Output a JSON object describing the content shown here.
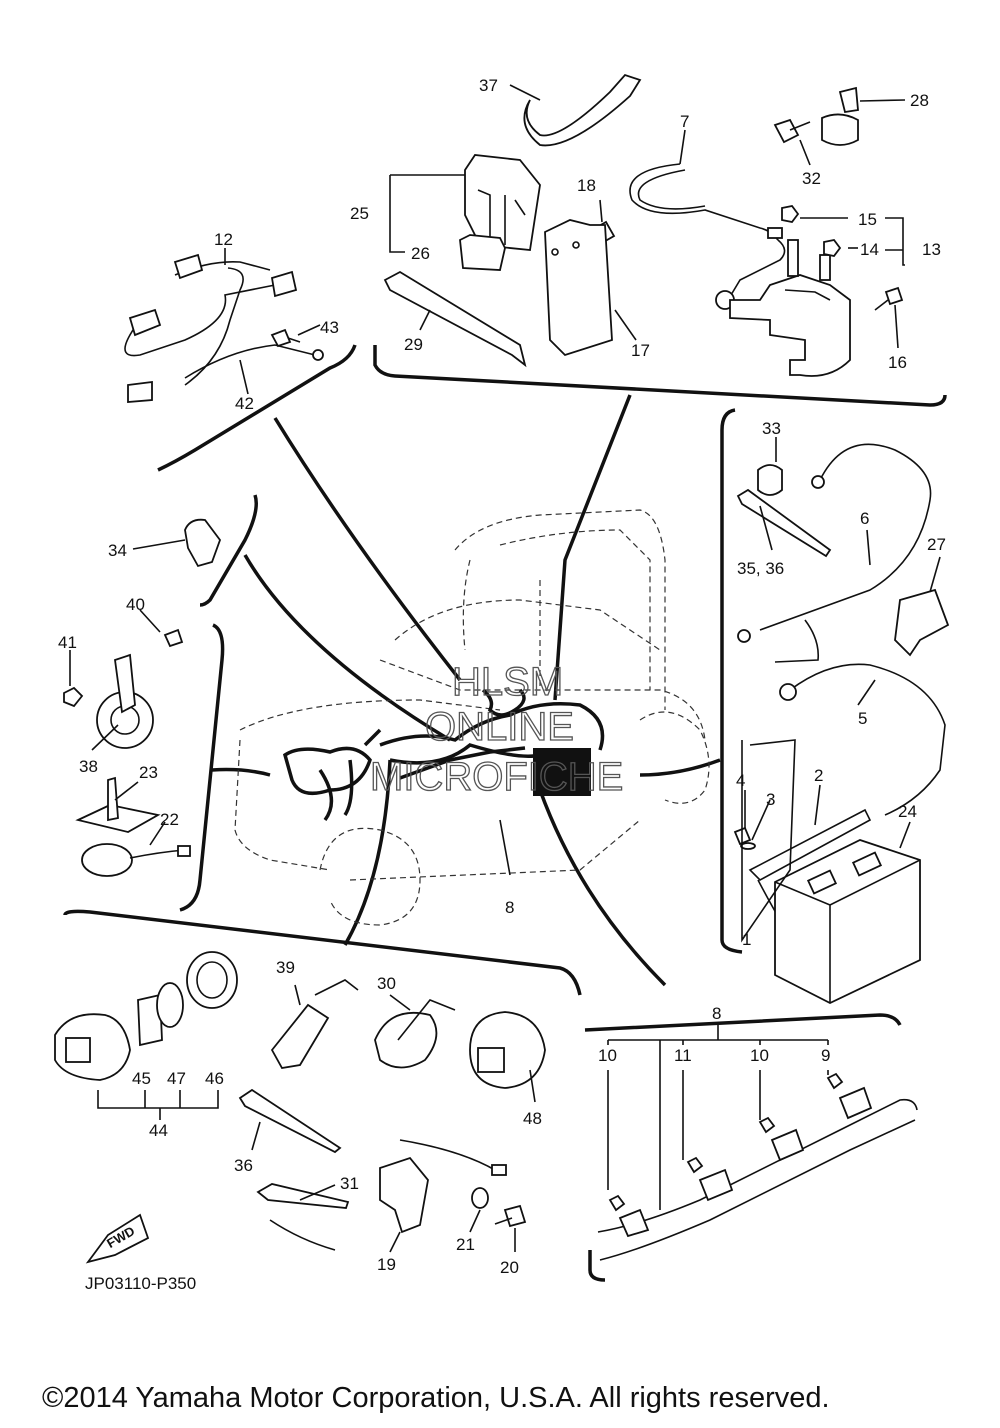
{
  "watermark": [
    "HLSM",
    "ONLINE",
    "MICROFICHE"
  ],
  "drawing_code": "JP03110-P350",
  "fwd_badge": "FWD",
  "copyright": "©2014 Yamaha Motor Corporation, U.S.A. All rights reserved.",
  "labels": {
    "p1": "1",
    "p2": "2",
    "p3": "3",
    "p4": "4",
    "p5": "5",
    "p6": "6",
    "p7": "7",
    "p8": "8",
    "p8b": "8",
    "p9": "9",
    "p10a": "10",
    "p10b": "10",
    "p11": "11",
    "p12": "12",
    "p13": "13",
    "p14": "14",
    "p15": "15",
    "p16": "16",
    "p17": "17",
    "p18": "18",
    "p19": "19",
    "p20": "20",
    "p21": "21",
    "p22": "22",
    "p23": "23",
    "p24": "24",
    "p25": "25",
    "p26": "26",
    "p27": "27",
    "p28": "28",
    "p29": "29",
    "p30": "30",
    "p31": "31",
    "p32": "32",
    "p33": "33",
    "p34": "34",
    "p3536": "35, 36",
    "p36": "36",
    "p37": "37",
    "p38": "38",
    "p39": "39",
    "p40": "40",
    "p41": "41",
    "p42": "42",
    "p43": "43",
    "p44": "44",
    "p45": "45",
    "p46": "46",
    "p47": "47",
    "p48": "48"
  }
}
